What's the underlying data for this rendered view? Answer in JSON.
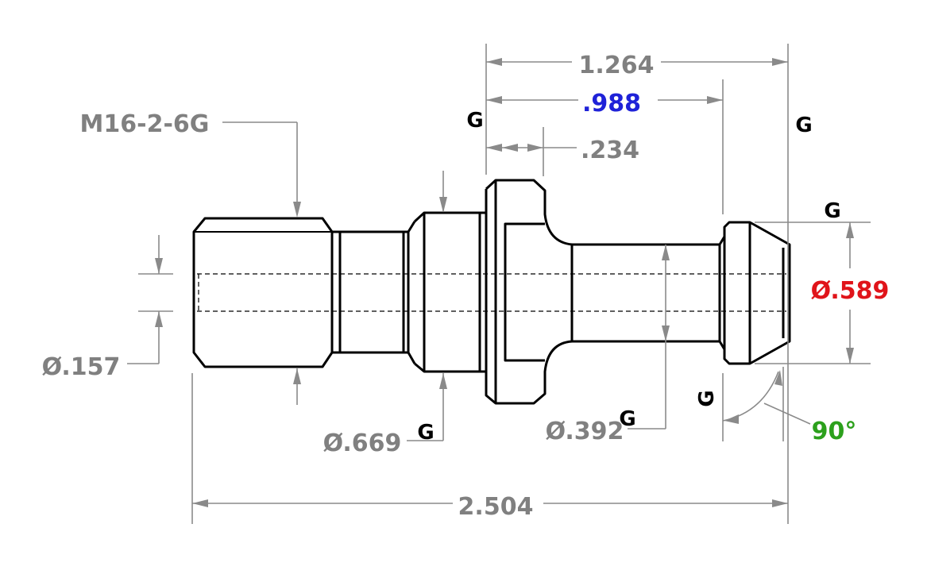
{
  "dimensions": {
    "overall_right": "1.264",
    "gauge_length": ".988",
    "flange_width": ".234",
    "thread": "M16-2-6G",
    "bore": "Ø.157",
    "body_dia": "Ø.669",
    "shank_dia": "Ø.392",
    "head_dia": "Ø.589",
    "angle": "90°",
    "overall_length": "2.504"
  },
  "gdt_symbol": "G",
  "colors": {
    "dim_gray": "#808080",
    "gauge_blue": "#1f22d8",
    "head_red": "#e0141a",
    "angle_green": "#2ca01c"
  }
}
